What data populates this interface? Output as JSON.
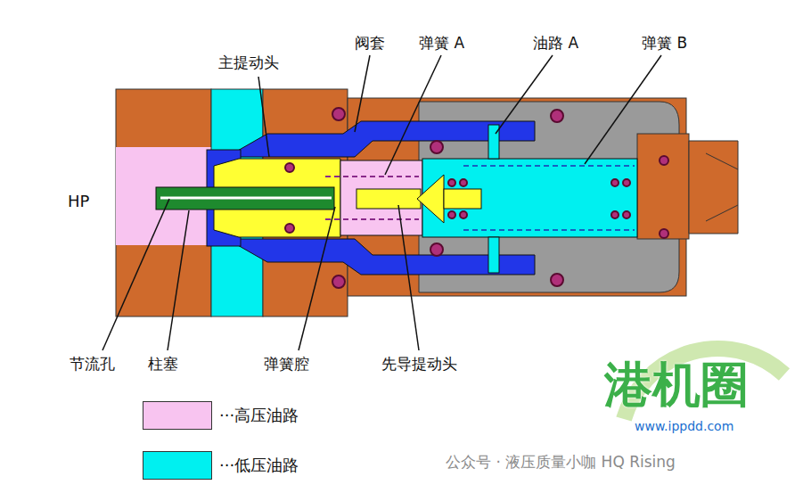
{
  "diagram": {
    "labels": [
      "主提动头",
      "阀套",
      "弹簧 A",
      "油路 A",
      "弹簧 B",
      "HP",
      "节流孔",
      "柱塞",
      "弹簧腔",
      "先导提动头",
      "港机圈",
      "www.ippdd.com",
      "公众号 · 液压质量小咖 HQ Rising"
    ],
    "legend": [
      {
        "text": "···高压油路",
        "color": "#f8c4f0"
      },
      {
        "text": "···低压油路",
        "color": "#00f0f0"
      }
    ]
  }
}
